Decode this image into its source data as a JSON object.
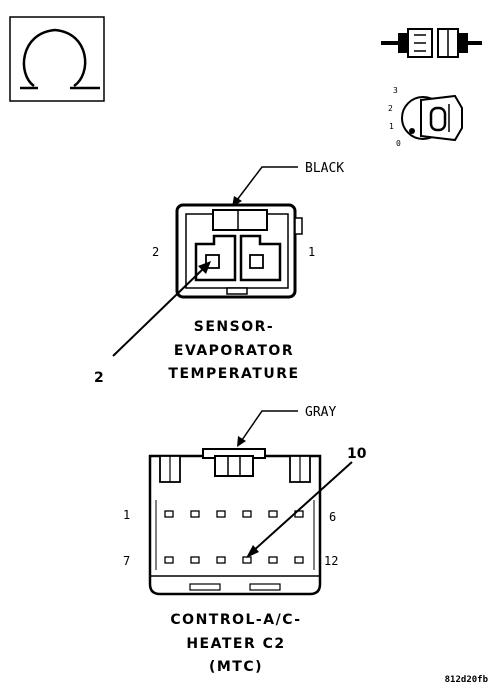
{
  "sensor_connector": {
    "wire_color": "BLACK",
    "pin_left": "2",
    "pin_right": "1",
    "callout": "2",
    "name_lines": [
      "SENSOR-",
      "EVAPORATOR",
      "TEMPERATURE"
    ]
  },
  "control_connector": {
    "wire_color": "GRAY",
    "callout": "10",
    "pin_top_left": "1",
    "pin_top_right": "6",
    "pin_bottom_left": "7",
    "pin_bottom_right": "12",
    "name_lines": [
      "CONTROL-A/C-",
      "HEATER C2",
      "(MTC)"
    ]
  },
  "ignition_positions": [
    "3",
    "2",
    "1",
    "0"
  ],
  "figure_code": "812d20fb",
  "icons": {
    "ground_symbol": "omega-ground-icon",
    "connector_symbol": "connector-plug-icon",
    "ignition_key": "ignition-key-icon"
  }
}
